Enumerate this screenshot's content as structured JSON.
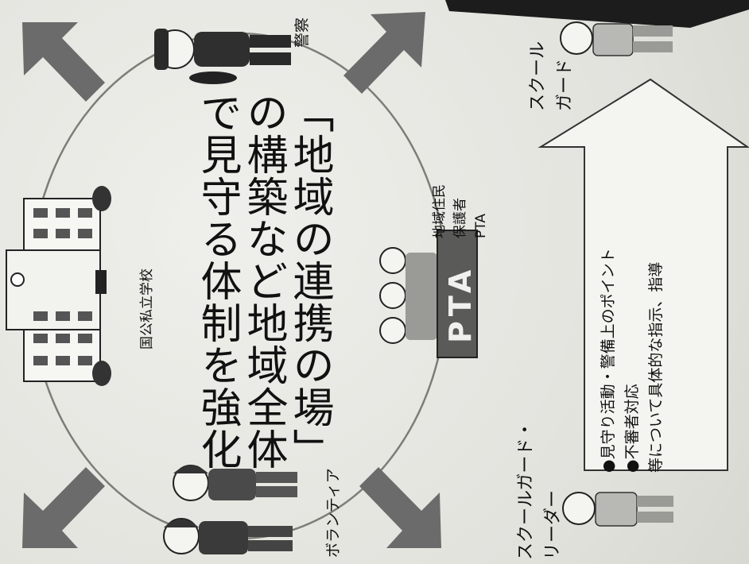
{
  "slogan": {
    "line1": "「地域の連携の場」",
    "line2": "の構築など地域全体",
    "line3": "で見守る体制を強化"
  },
  "labels": {
    "school": "国公私立学校",
    "police": "警察",
    "volunteer": "ボランティア",
    "community": {
      "line1": "地域住民",
      "line2": "保護者",
      "line3": "PTA"
    },
    "sign_text": "PTA",
    "school_guard_leader": {
      "line1": "スクールガード・",
      "line2": "リーダー"
    },
    "school_guard": {
      "line1": "スクール",
      "line2": "ガード"
    }
  },
  "instructions": {
    "item1": "●見守り活動・警備上のポイント",
    "item2": "●不審者対応",
    "line3": "等について具体的な指示、指導"
  },
  "icons": {
    "arrow": "inward-arrow-icon",
    "person": "person-icon",
    "school": "school-building-icon"
  },
  "colors": {
    "ink": "#111111",
    "arrow": "#6b6b6b",
    "background": "#e6e6e2"
  }
}
